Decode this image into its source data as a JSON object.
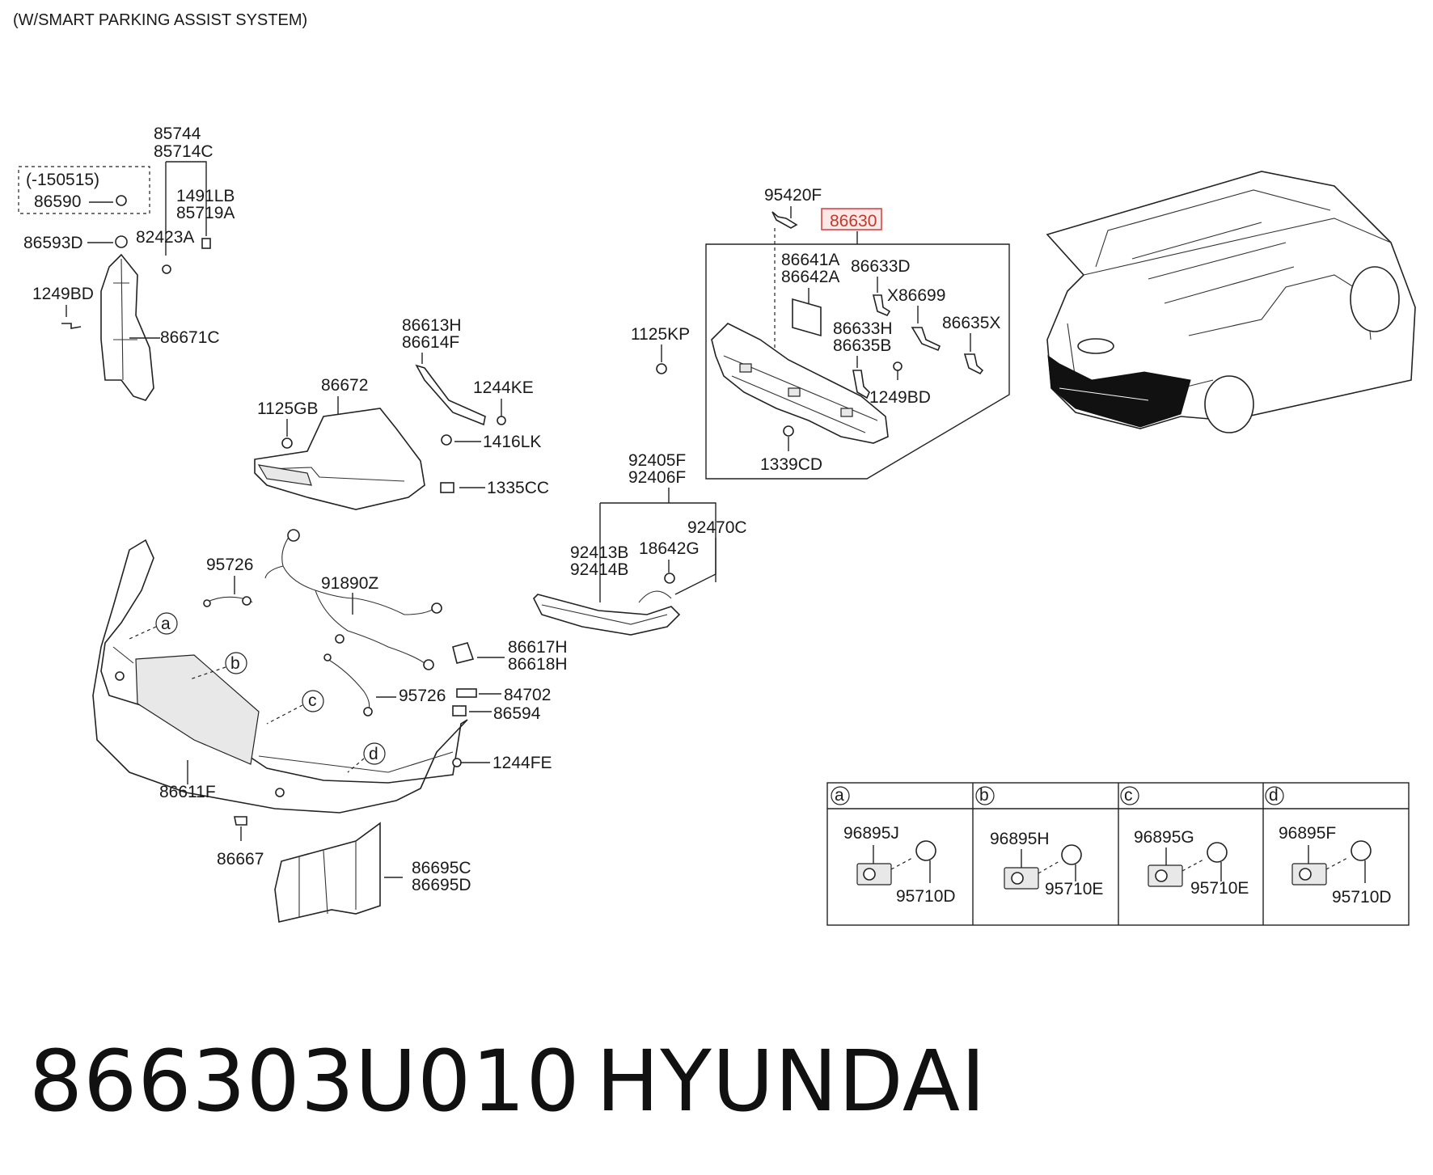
{
  "header": {
    "note": "(W/SMART PARKING ASSIST SYSTEM)"
  },
  "footer": {
    "part_number": "866303U010",
    "brand": "HYUNDAI"
  },
  "group_a": {
    "date_note": "(-150515)",
    "part": "86590"
  },
  "highlighted_part": "86630",
  "labels": {
    "p85744": "85744",
    "p85714C": "85714C",
    "p1491LB": "1491LB",
    "p85719A": "85719A",
    "p86593D": "86593D",
    "p82423A": "82423A",
    "p1249BD_left": "1249BD",
    "p86671C": "86671C",
    "p86613H": "86613H",
    "p86614F": "86614F",
    "p86672": "86672",
    "p1244KE": "1244KE",
    "p1125GB": "1125GB",
    "p1416LK": "1416LK",
    "p1335CC": "1335CC",
    "p95420F": "95420F",
    "p86641A": "86641A",
    "p86642A": "86642A",
    "p86633D": "86633D",
    "pX86699": "X86699",
    "p86633H": "86633H",
    "p86635B": "86635B",
    "p86635X": "86635X",
    "p1125KP": "1125KP",
    "p1249BD_right": "1249BD",
    "p1339CD": "1339CD",
    "p92405F": "92405F",
    "p92406F": "92406F",
    "p92470C": "92470C",
    "p18642G": "18642G",
    "p92413B": "92413B",
    "p92414B": "92414B",
    "p95726_top": "95726",
    "p91890Z": "91890Z",
    "p86617H": "86617H",
    "p86618H": "86618H",
    "p95726_bot": "95726",
    "p84702": "84702",
    "p86594": "86594",
    "p1244FE": "1244FE",
    "p86611F": "86611F",
    "p86667": "86667",
    "p86695C": "86695C",
    "p86695D": "86695D"
  },
  "callouts": {
    "a": "a",
    "b": "b",
    "c": "c",
    "d": "d"
  },
  "sensor_table": {
    "cells": [
      {
        "key": "a",
        "upper": "96895J",
        "lower": "95710D"
      },
      {
        "key": "b",
        "upper": "96895H",
        "lower": "95710E"
      },
      {
        "key": "c",
        "upper": "96895G",
        "lower": "95710E"
      },
      {
        "key": "d",
        "upper": "96895F",
        "lower": "95710D"
      }
    ]
  }
}
